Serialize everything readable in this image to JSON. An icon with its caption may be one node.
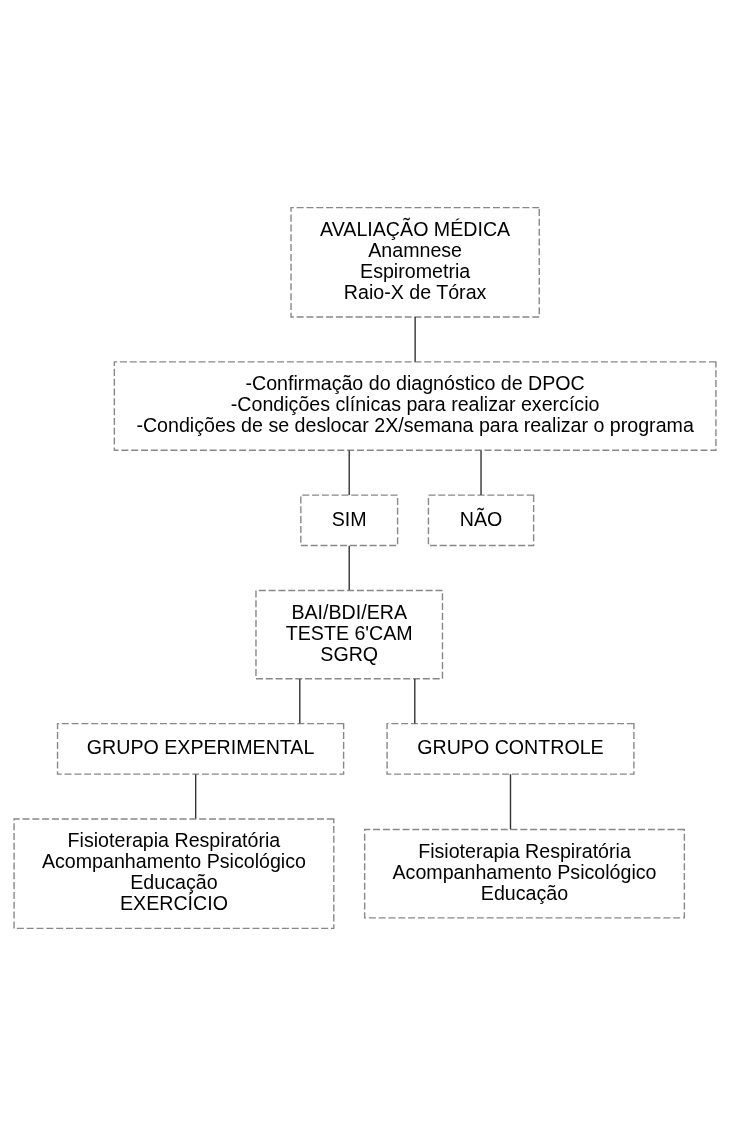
{
  "diagram": {
    "nodes": [
      {
        "text": [
          "AVALIAÇÃO MÉDICA",
          "Anamnese",
          "Espirometria",
          "Raio-X de Tórax"
        ]
      },
      {
        "text": [
          "-Confirmação do diagnóstico de DPOC",
          "-Condições clínicas para realizar exercício",
          "-Condições de se deslocar 2X/semana para realizar o programa"
        ]
      },
      {
        "text": [
          "SIM"
        ]
      },
      {
        "text": [
          "NÃO"
        ]
      },
      {
        "text": [
          "BAI/BDI/ERA",
          "TESTE 6'CAM",
          "SGRQ"
        ]
      },
      {
        "text": [
          "GRUPO EXPERIMENTAL"
        ]
      },
      {
        "text": [
          "GRUPO CONTROLE"
        ]
      },
      {
        "text": [
          "Fisioterapia Respiratória",
          "Acompanhamento Psicológico",
          "Educação",
          "EXERCÍCIO"
        ]
      },
      {
        "text": [
          "Fisioterapia Respiratória",
          "Acompanhamento Psicológico",
          "Educação"
        ]
      }
    ],
    "edges": [
      {
        "from": 0,
        "to": 1,
        "arrow": "none"
      },
      {
        "from": 1,
        "to": 2,
        "arrow": "none"
      },
      {
        "from": 1,
        "to": 3,
        "arrow": "none"
      },
      {
        "from": 2,
        "to": 4,
        "arrow": "none"
      },
      {
        "from": 4,
        "to": 5,
        "arrow": "none"
      },
      {
        "from": 4,
        "to": 6,
        "arrow": "none"
      },
      {
        "from": 5,
        "to": 7,
        "arrow": "none"
      },
      {
        "from": 6,
        "to": 8,
        "arrow": "none"
      }
    ]
  }
}
